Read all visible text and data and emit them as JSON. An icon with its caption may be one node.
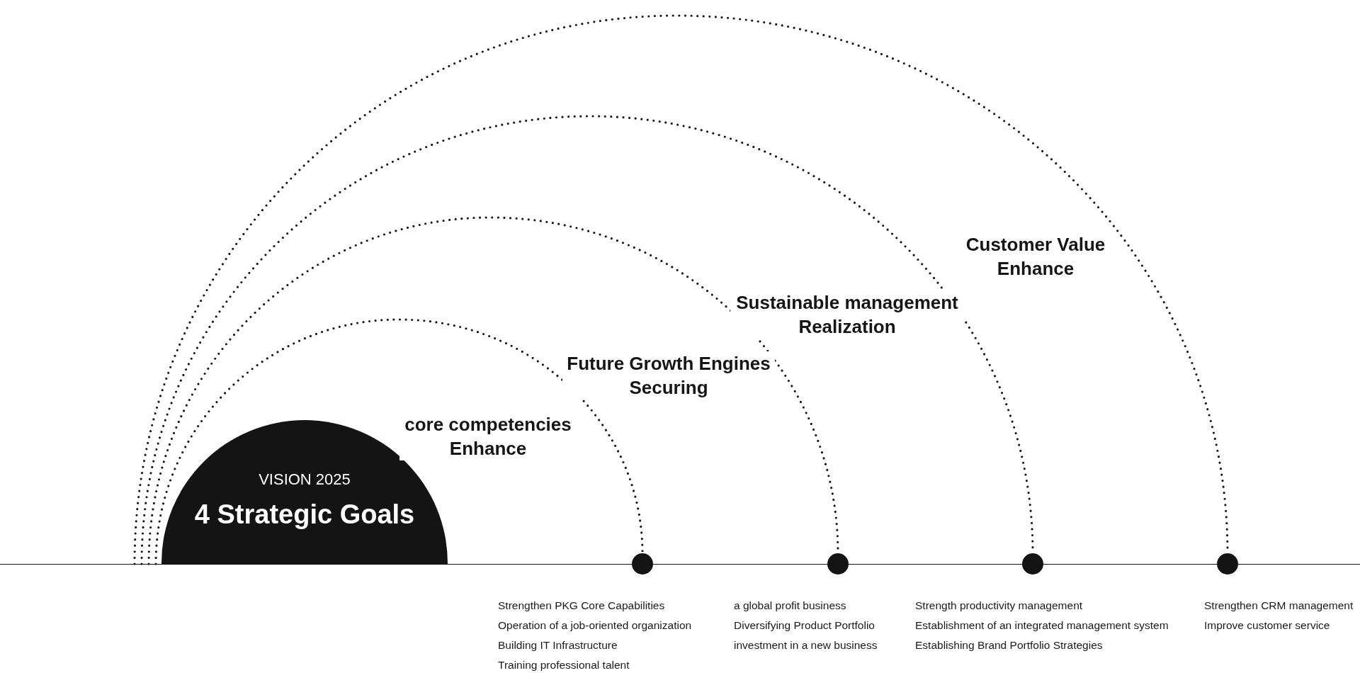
{
  "diagram": {
    "nodes": [
      {
        "text": [
          "VISION 2025",
          "4 Strategic Goals"
        ]
      },
      {
        "text": [],
        "shape": "circle",
        "beside": [
          "Strengthen PKG Core Capabilities",
          "Operation of a job-oriented organization",
          "Building IT Infrastructure",
          "Training professional talent"
        ]
      },
      {
        "text": [],
        "shape": "circle",
        "beside": [
          "a global profit business",
          "Diversifying Product Portfolio",
          "investment in a new business"
        ]
      },
      {
        "text": [],
        "shape": "circle",
        "beside": [
          "Strength productivity management",
          "Establishment of an integrated management system",
          "Establishing Brand Portfolio Strategies"
        ]
      },
      {
        "text": [],
        "shape": "circle",
        "beside": [
          "Strengthen CRM management",
          "Improve customer service"
        ]
      }
    ],
    "edges": [
      {
        "from": 0,
        "to": 1,
        "arrow": "none",
        "label": "core competencies Enhance"
      },
      {
        "from": 0,
        "to": 2,
        "arrow": "none",
        "label": "Future Growth Engines Securing"
      },
      {
        "from": 0,
        "to": 3,
        "arrow": "none",
        "label": "Sustainable management Realization"
      },
      {
        "from": 0,
        "to": 4,
        "arrow": "none",
        "label": "Customer Value Enhance"
      }
    ]
  }
}
